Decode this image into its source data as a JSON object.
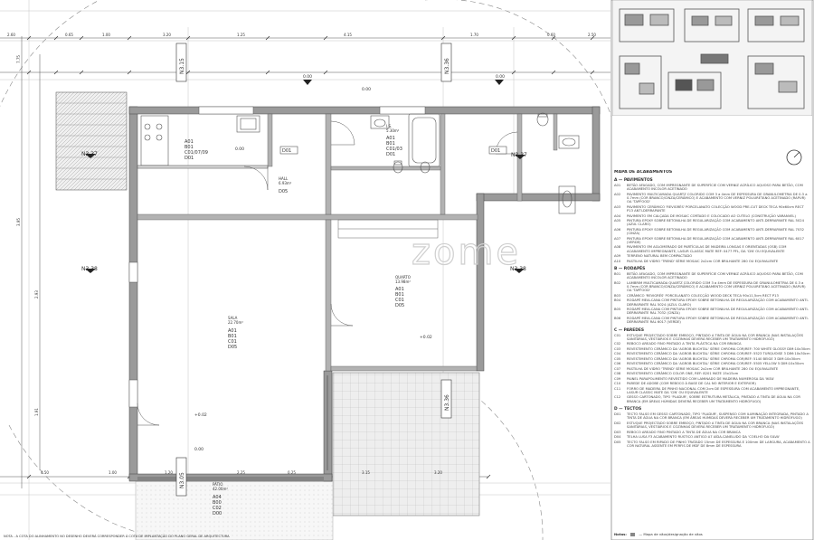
{
  "watermark": "zome",
  "elevation_labels": [
    "N3.37",
    "N3.37",
    "N3.38",
    "N3.38"
  ],
  "section_markers": [
    "N3.15",
    "N3.36",
    "N3.36",
    "N3.05"
  ],
  "level_marks": [
    "0.00",
    "0.00",
    "0.00",
    "0.00",
    "+0.02",
    "+0.02",
    "0.00"
  ],
  "door_tags": [
    "D01",
    "D01"
  ],
  "rooms": [
    {
      "code_lines": [
        "A01",
        "B01",
        "C01/07/09",
        "D01"
      ]
    },
    {
      "name": "HALL",
      "area": "6.93m²",
      "code": "D05"
    },
    {
      "name": "I.S.",
      "area": "5.30m²",
      "code_lines": [
        "A01",
        "B01",
        "C01/03",
        "D01"
      ]
    },
    {
      "name": "QUARTO",
      "area": "13.98m²",
      "code_lines": [
        "A01",
        "B01",
        "C01",
        "D05"
      ]
    },
    {
      "name": "SALA",
      "area": "22.70m²",
      "code_lines": [
        "A01",
        "B01",
        "C01",
        "D05"
      ]
    },
    {
      "name": "PÁTIO",
      "area": "42.00m²",
      "code_lines": [
        "A04",
        "B00",
        "C02",
        "D00"
      ]
    }
  ],
  "dimensions_top": [
    "2.60",
    "0.65",
    "1.00",
    "3.20",
    "1.25",
    "4.15",
    "1.70",
    "0.60",
    "2.50"
  ],
  "dimensions_bottom": [
    "4.50",
    "1.00",
    "1.20",
    "2.25",
    "0.25",
    "3.15",
    "3.20"
  ],
  "dimensions_left": [
    "7.75",
    "3.95",
    "2.93",
    "1.91"
  ],
  "legend": {
    "title": "MAPA DE ACABAMENTOS",
    "sections": [
      {
        "heading": "A — PAVIMENTOS",
        "items": [
          {
            "code": "A01",
            "text": "BETÃO AFAGADO, COM IMPREGNANTE DE SUPERFÍCIE COM VERNIZ ACRÍLICO AQUOSO PARA BETÃO, COM ACABAMENTO INCOLOR ACETINADO"
          },
          {
            "code": "A02",
            "text": "PAVIMENTO MULTICAMADA QUARTZ COLORIDO COM 3 a 4mm DE ESPESSURA DE GRANULOMETRIA DE 0.3 a 0.7mm (COR BRANCO/CINZA/CERÂMICO) E ACABAMENTO COM VERNIZ POLIURETANO ACETINADO (RAPUR) OA 'TAPFOOD'"
          },
          {
            "code": "A03",
            "text": "PAVIMENTO CERÂMICO 'REVIGRÉS' PORCELANATO COLECÇÃO WOOD PRE-CUT DECK TECA 90x60cm RECT P13 ANTI-DERRAPANTE"
          },
          {
            "code": "A04",
            "text": "PAVIMENTO EM CALÇADA DE MOSAIC CORTADO E COLOCADO AO CUTELO (CONSTRUÇÃO VARANVEL)"
          },
          {
            "code": "A05",
            "text": "PINTURA EPOXY SOBRE BETONILHA DE REGULARIZAÇÃO COM ACABAMENTO ANTI-DERRAPANTE RAL 5024 (AZUL CLARO)"
          },
          {
            "code": "A06",
            "text": "PINTURA EPOXY SOBRE BETONILHA DE REGULARIZAÇÃO COM ACABAMENTO ANTI-DERRAPANTE RAL 7032 (CINZA)"
          },
          {
            "code": "A07",
            "text": "PINTURA EPOXY SOBRE BETONILHA DE REGULARIZAÇÃO COM ACABAMENTO ANTI-DERRAPANTE RAL 6017 (VERDE)"
          },
          {
            "code": "A08",
            "text": "PAVIMENTO EM AGLOMERADO DE PARTÍCULAS DE MADEIRA LONGAS E ORIENTADAS (OSB) COM ACABAMENTO IMPREGNANTE, LASUR CLASSIC MATE REF: 0477 PFL, DA 'CIN' OU EQUIVALENTE"
          },
          {
            "code": "A09",
            "text": "TERRENO NATURAL BEM COMPACTADO"
          },
          {
            "code": "A10",
            "text": "PASTILHA DE VIDRO 'TREND' SÉRIE MOSAIC 2x2cm COR BRILHANTE 280 OU EQUIVALENTE"
          }
        ]
      },
      {
        "heading": "B — RODAPÉS",
        "items": [
          {
            "code": "B01",
            "text": "BETÃO AFAGADO, COM IMPREGNANTE DE SUPERFÍCIE COM VERNIZ ACRÍLICO AQUOSO PARA BETÃO, COM ACABAMENTO INCOLOR ACETINADO"
          },
          {
            "code": "B02",
            "text": "LAMBRIM MULTICAMADA QUARTZ COLORIDO COM 3 a 4mm DE ESPESSURA DE GRANULOMETRIA DE 0.3 a 0.7mm (COR BRANCO/CINZA/CERÂMICO) E ACABAMENTO COM VERNIZ POLIURETANO ACETINADO (RAPUR) OA 'TAPFOOD'"
          },
          {
            "code": "B03",
            "text": "CERÂMICO 'REVIGRÉS' PORCELANATO COLECÇÃO WOOD DECK TECA 90x11,5cm RECT P13"
          },
          {
            "code": "B04",
            "text": "RODAPÉ MEIA-CANA COM PINTURA EPOXY SOBRE BETONILHA DE REGULARIZAÇÃO COM ACABAMENTO ANTI-DERRAPANTE RAL 5024 (AZUL CLARO)"
          },
          {
            "code": "B05",
            "text": "RODAPÉ MEIA-CANA COM PINTURA EPOXY SOBRE BETONILHA DE REGULARIZAÇÃO COM ACABAMENTO ANTI-DERRAPANTE RAL 7032 (CINZA)"
          },
          {
            "code": "B06",
            "text": "RODAPÉ MEIA-CANA COM PINTURA EPOXY SOBRE BETONILHA DE REGULARIZAÇÃO COM ACABAMENTO ANTI-DERRAPANTE RAL 6017 (VERDE)"
          }
        ]
      },
      {
        "heading": "C — PAREDES",
        "items": [
          {
            "code": "C01",
            "text": "ESTUQUE PROJECTADO SOBRE EMBOÇO, PINTADO A TINTA DE ÁGUA NA COR BRANCA (NAS INSTALAÇÕES SANITÁRIAS, VESTIÁRIOS E COZINHAS DEVERÁ RECEBER UM TRATAMENTO HIDRÓFUGO)"
          },
          {
            "code": "C02",
            "text": "REBOCO AREADO FINO PINTADO A TINTA PLÁSTICA NA COR BRANCA"
          },
          {
            "code": "C03",
            "text": "REVESTIMENTO CERÂMICO DA 'AGROB BUCHTAL' SÉRIE CHROMA COR/REF: 700 WHITE GLOSSY DIM:10x30cm"
          },
          {
            "code": "C04",
            "text": "REVESTIMENTO CERÂMICO DA 'AGROB BUCHTAL' SÉRIE CHROMA COR/REF: 5523 TURQUOISE 3 DIM:10x30cm"
          },
          {
            "code": "C05",
            "text": "REVESTIMENTO CERÂMICO DA 'AGROB BUCHTAL' SÉRIE CHROMA COR/REF: 5140 BEIGE 3 DIM:10x30cm"
          },
          {
            "code": "C06",
            "text": "REVESTIMENTO CERÂMICO DA 'AGROB BUCHTAL' SÉRIE CHROMA COR/REF: 5505 YELLOW 5 DIM:10x30cm"
          },
          {
            "code": "C07",
            "text": "PASTILHA DE VIDRO 'TREND' SÉRIE MOSAIC 2x2cm COR BRILHANTE 280 OU EQUIVALENTE"
          },
          {
            "code": "C08",
            "text": "REVESTIMENTO CERÂMICO COLOR ONE, REF: 8201 MATE 15x15cm"
          },
          {
            "code": "C09",
            "text": "PAINEL PARAPOLIMENTO REVESTIDO COM LAMINADO DE MADEIRA NUMEROSA DA 'IKEA'"
          },
          {
            "code": "C10",
            "text": "PAREDE DE ADOBE (COM REBOCO À BASE DE CAL NO INTERIOR E EXTERIOR)"
          },
          {
            "code": "C11",
            "text": "FORRO DE MADEIRA DE PINHO NACIONAL COM 2cm DE ESPESSURA COM ACABAMENTO IMPREGNANTE, LASUR CLASSIC MATE DA 'CIN' OU EQUIVALENTE"
          },
          {
            "code": "C12",
            "text": "GESSO CARTONADO, TIPO 'PLADUR', SOBRE ESTRUTURA METÁLICA, PINTADO A TINTA DE ÁGUA NA COR BRANCA (EM ÁREAS HÚMIDAS DEVERÁ RECEBER UM TRATAMENTO HIDRÓFUGO)"
          }
        ]
      },
      {
        "heading": "D — TECTOS",
        "items": [
          {
            "code": "D01",
            "text": "TECTO FALSO EM GESSO CARTONADO, TIPO 'PLADUR', SUSPENSO COM ILUMINAÇÃO INTEGRADA, PINTADO A TINTA DE ÁGUA NA COR BRANCA (EM ÁREAS HÚMIDAS DEVERÁ RECEBER UM TRATAMENTO HIDRÓFUGO)"
          },
          {
            "code": "D02",
            "text": "ESTUQUE PROJECTADO SOBRE EMBOÇO, PINTADO A TINTA DE ÁGUA NA COR BRANCA (NAS INSTALAÇÕES SANITÁRIAS, VESTIÁRIOS E COZINHAS DEVERÁ RECEBER UM TRATAMENTO HIDRÓFUGO)"
          },
          {
            "code": "D03",
            "text": "REBOCO AREADO FINO PINTADO A TINTA DE ÁGUA NA COR BRANCA"
          },
          {
            "code": "D04",
            "text": "TELHA LUSA F3 ACABAMENTO RÚSTICO ANTIGO A7 AÍDA-CANELUDO DA 'COELHO DA SILVA'"
          },
          {
            "code": "D05",
            "text": "TECTO FALSO EM RIPADO DE PINHO TRATADO 15mm DE ESPESSURA E 100mm DE LARGURA, ACABAMENTO A COR NATURAL ASSENTE EM PERFIS DE MDF DE 8mm DE ESPESSURA"
          }
        ]
      }
    ],
    "notes_label": "Notas:",
    "notes_text": "— Mapa de vãos/designação de vãos"
  },
  "bottom_note": "NOTA - A COTA DO ALINHAMENTO NO DESENHO DEVERÁ CORRESPONDER À COTA DE IMPLANTAÇÃO DO PLANO GERAL DE ARQUITECTURA"
}
